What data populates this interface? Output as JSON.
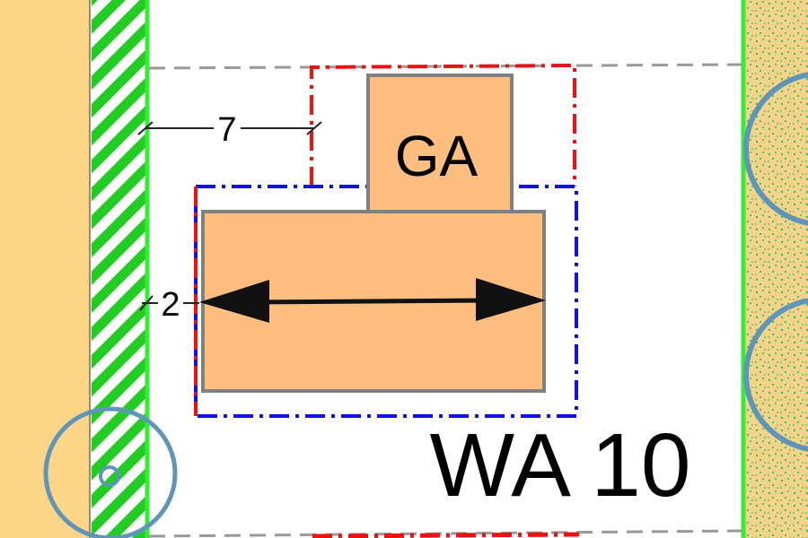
{
  "colors": {
    "background": "#ffffff",
    "left_strip": "#fcd589",
    "hatch_green": "#22cc22",
    "boundary_green": "#33ee33",
    "right_area": "#f5d38a",
    "right_dots": "#2fbf55",
    "building_fill": "#fdbe7f",
    "building_stroke": "#808080",
    "red_boundary": "#ee1111",
    "blue_boundary": "#1010ee",
    "tree_circle": "#5f96b8",
    "grey_dash": "#999999",
    "dimension": "#222222"
  },
  "labels": {
    "garage": "GA",
    "zone": "WA 10",
    "dim_top": "7",
    "dim_left": "2"
  },
  "features": {
    "building": "main-building",
    "garage": "garage-building",
    "direction": "ridge-direction-arrow",
    "trees": "tree-symbols",
    "hatch": "green-hatch-strip"
  }
}
